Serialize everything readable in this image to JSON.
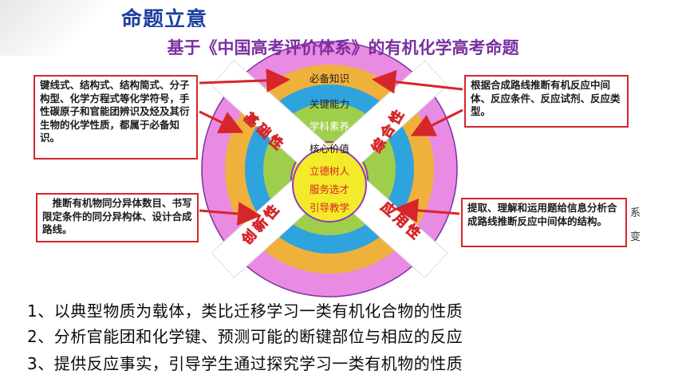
{
  "slide_heading": "命题立意",
  "main_title": "基于《中国高考评价体系》的有机化学高考命题",
  "rings": {
    "outer": "必备知识",
    "second": "关键能力",
    "third": "学科素养",
    "fourth": "核心价值",
    "center_lines": [
      "立德树人",
      "服务选才",
      "引导教学"
    ]
  },
  "band_labels": {
    "top_left": "基础性",
    "top_right": "综合性",
    "bottom_left": "创新性",
    "bottom_right": "应用性"
  },
  "callouts": {
    "top_left": "键线式、结构式、结构简式、分子构型、化学方程式等化学符号，手性碳原子和官能团辨识及烃及其衍生物的化学性质，都属于必备知识。",
    "top_right": "根据合成路线推断有机反应中间体、反应条件、反应试剂、反应类型。",
    "bottom_left": "推断有机物同分异体数目、书写限定条件的同分异构体、设计合成路线。",
    "bottom_right": "提取、理解和运用题给信息分析合成路线推断反应中间体的结构。"
  },
  "side_chars": [
    "系",
    "变"
  ],
  "points": [
    "1、以典型物质为载体，类比迁移学习一类有机化合物的性质",
    "2、分析官能团和化学键、预测可能的断键部位与相应的反应",
    "3、提供反应事实，引导学生通过探究学习一类有机物的性质"
  ],
  "colors": {
    "ring_outer": "#e98ae3",
    "ring_second": "#f0b13c",
    "ring_third": "#2fa3dd",
    "ring_fourth": "#9fcf4a",
    "center": "#f3ea2a",
    "arrow": "#d6262b",
    "title": "#7a2fa0"
  }
}
